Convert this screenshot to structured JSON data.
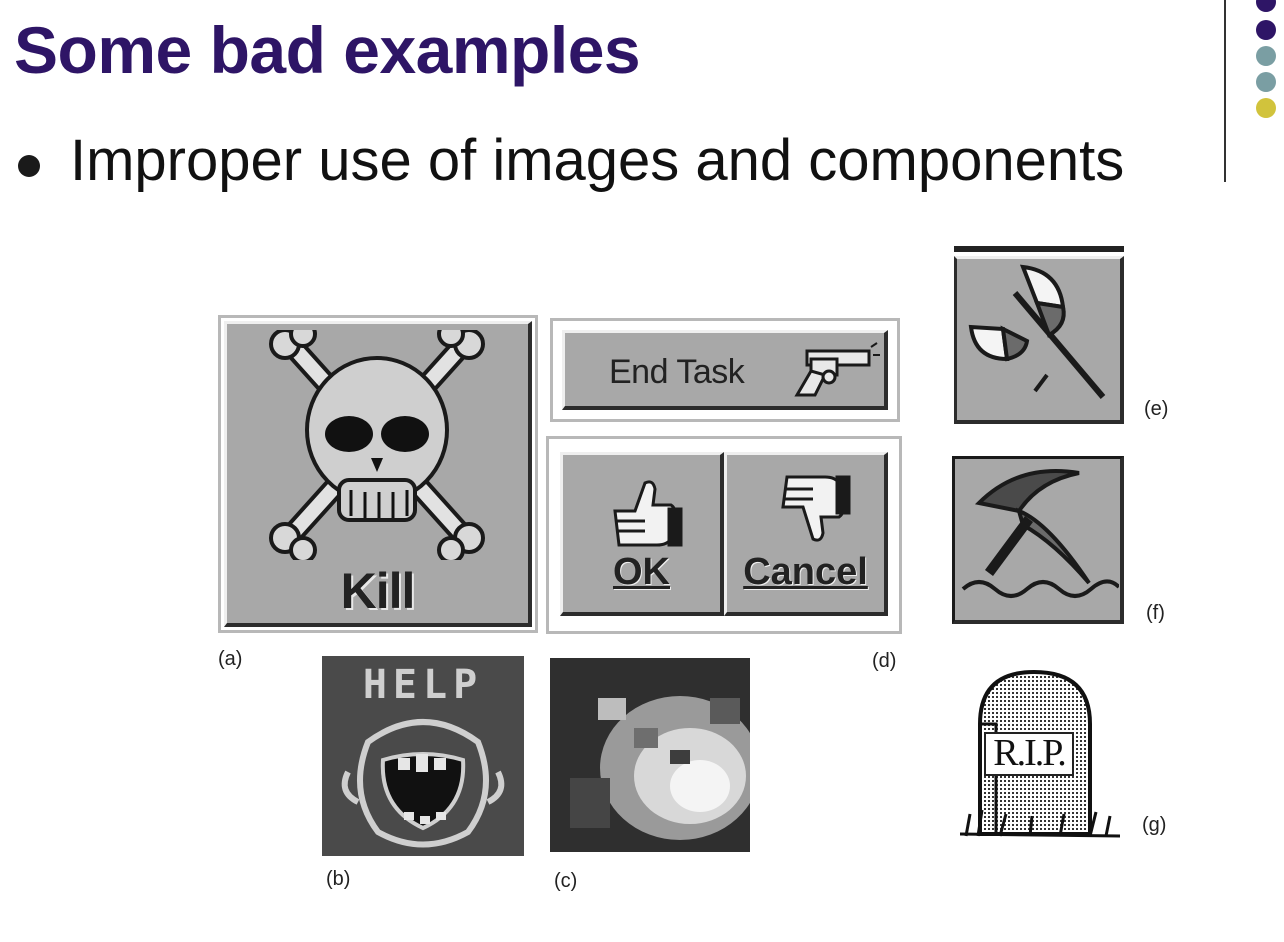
{
  "slide": {
    "title": "Some bad examples",
    "bullet": "Improper use of images and components"
  },
  "figure": {
    "kill_label": "Kill",
    "end_task_label": "End Task",
    "ok_label": "OK",
    "cancel_label": "Cancel",
    "help_label": "HELP",
    "rip_label": "R.I.P.",
    "captions": {
      "a": "(a)",
      "b": "(b)",
      "c": "(c)",
      "d": "(d)",
      "e": "(e)",
      "f": "(f)",
      "g": "(g)"
    }
  },
  "colors": {
    "title": "#2e1566",
    "dot_purple": "#2e1566",
    "dot_teal": "#7a9ea3",
    "dot_yellow": "#d1c33c"
  },
  "icons": [
    "skull-crossbones-icon",
    "revolver-icon",
    "thumbs-up-icon",
    "thumbs-down-icon",
    "screaming-face-icon",
    "double-axe-icon",
    "pickaxe-icon",
    "tombstone-icon"
  ]
}
